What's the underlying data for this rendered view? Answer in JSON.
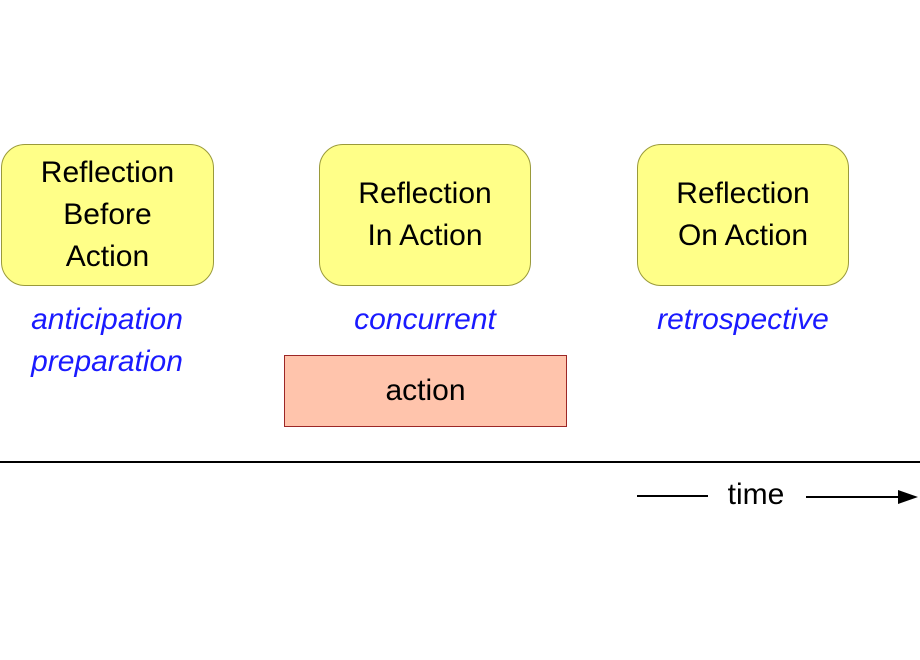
{
  "stages": [
    {
      "lines": [
        "Reflection",
        "Before",
        "Action"
      ],
      "caption": [
        "anticipation",
        "preparation"
      ]
    },
    {
      "lines": [
        "Reflection",
        "In Action"
      ],
      "caption": [
        "concurrent"
      ]
    },
    {
      "lines": [
        "Reflection",
        "On Action"
      ],
      "caption": [
        "retrospective"
      ]
    }
  ],
  "action_label": "action",
  "timeline_label": "time",
  "colors": {
    "stage_fill": "#ffff88",
    "stage_border": "#9a9a3a",
    "caption_text": "#1a1aff",
    "action_fill": "#ffc4ac",
    "action_border": "#9c2626"
  }
}
